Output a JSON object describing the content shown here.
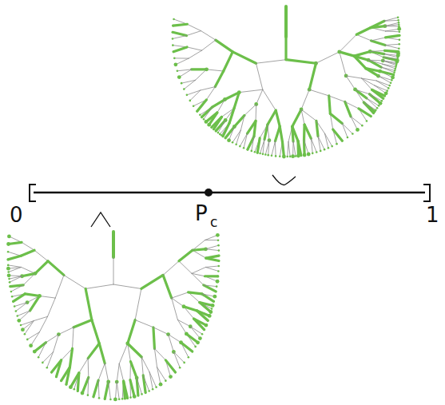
{
  "diagram": {
    "labels": [
      "0",
      "P",
      "c",
      "1"
    ]
  }
}
